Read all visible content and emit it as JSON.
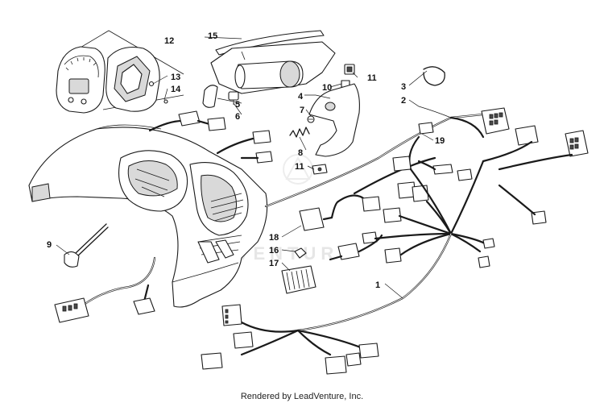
{
  "diagram": {
    "watermark": "ADVENTURE",
    "callouts": [
      {
        "id": "c1",
        "label": "1"
      },
      {
        "id": "c2",
        "label": "2"
      },
      {
        "id": "c3",
        "label": "3"
      },
      {
        "id": "c4",
        "label": "4"
      },
      {
        "id": "c5",
        "label": "5"
      },
      {
        "id": "c6",
        "label": "6"
      },
      {
        "id": "c7",
        "label": "7"
      },
      {
        "id": "c8",
        "label": "8"
      },
      {
        "id": "c9",
        "label": "9"
      },
      {
        "id": "c10",
        "label": "10"
      },
      {
        "id": "c11a",
        "label": "11"
      },
      {
        "id": "c11b",
        "label": "11"
      },
      {
        "id": "c12",
        "label": "12"
      },
      {
        "id": "c13",
        "label": "13"
      },
      {
        "id": "c14",
        "label": "14"
      },
      {
        "id": "c15",
        "label": "15"
      },
      {
        "id": "c16",
        "label": "16"
      },
      {
        "id": "c17",
        "label": "17"
      },
      {
        "id": "c18",
        "label": "18"
      },
      {
        "id": "c19",
        "label": "19"
      }
    ]
  },
  "footer": {
    "credit": "Rendered by LeadVenture, Inc."
  }
}
